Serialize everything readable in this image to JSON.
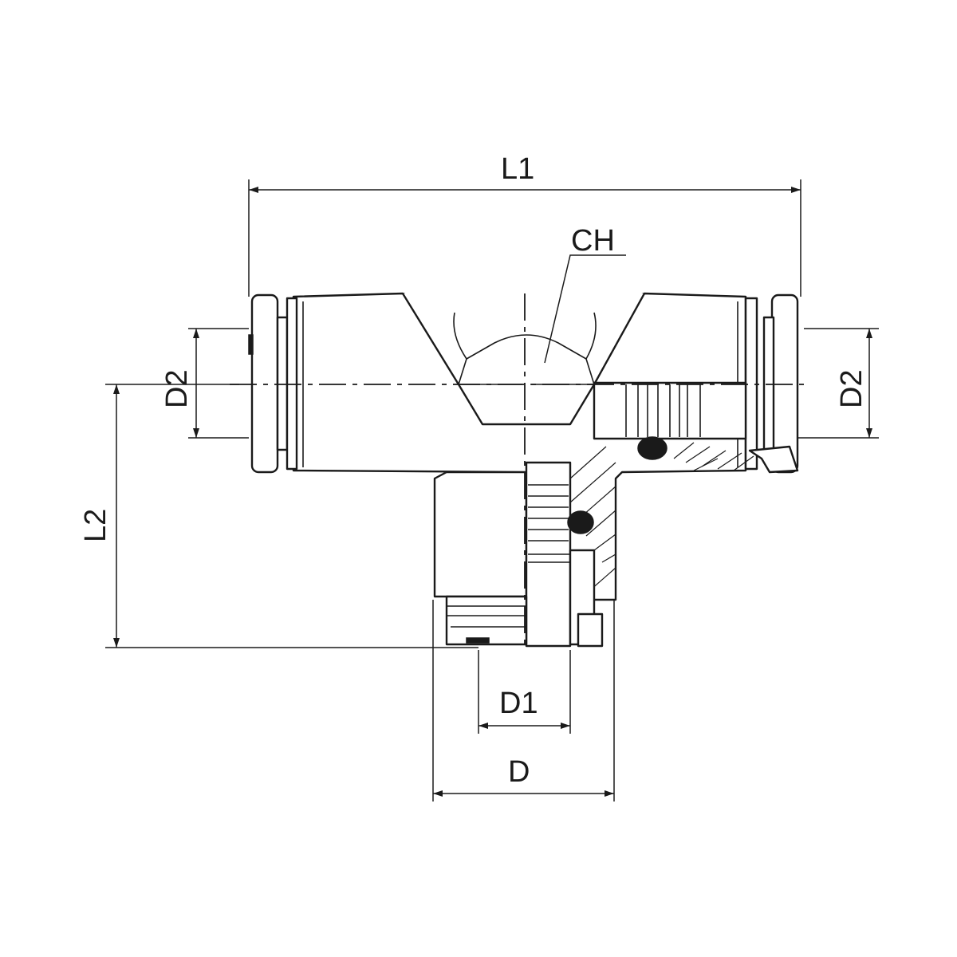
{
  "labels": {
    "l1": "L1",
    "ch": "CH",
    "d2_left": "D2",
    "d2_right": "D2",
    "l2": "L2",
    "d1": "D1",
    "d": "D"
  }
}
